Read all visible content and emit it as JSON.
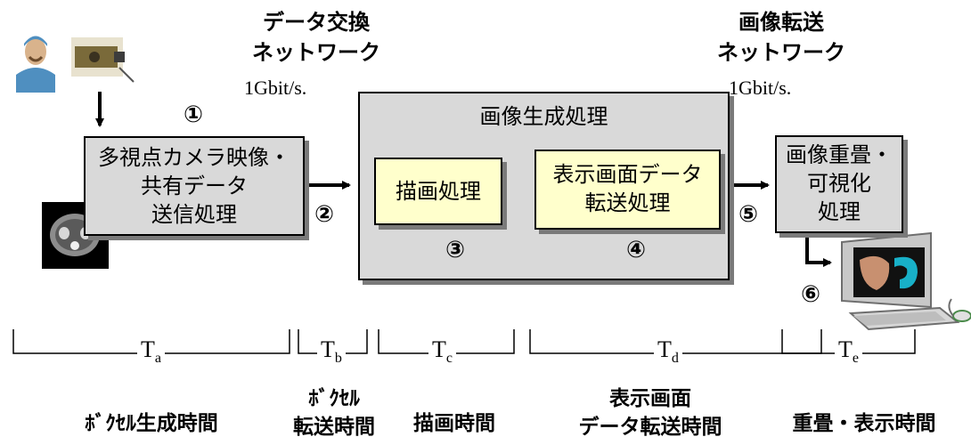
{
  "networks": {
    "data_exchange": {
      "line1": "データ交換",
      "line2": "ネットワーク",
      "rate": "1Gbit/s."
    },
    "image_transfer": {
      "line1": "画像転送",
      "line2": "ネットワーク",
      "rate": "1Gbit/s."
    }
  },
  "boxes": {
    "camera": {
      "line1": "多視点カメラ映像・",
      "line2": "共有データ",
      "line3": "送信処理"
    },
    "generation": {
      "title": "画像生成処理"
    },
    "drawing": {
      "label": "描画処理"
    },
    "display_transfer": {
      "line1": "表示画面データ",
      "line2": "転送処理"
    },
    "overlay": {
      "line1": "画像重畳・",
      "line2": "可視化",
      "line3": "処理"
    }
  },
  "steps": [
    "①",
    "②",
    "③",
    "④",
    "⑤",
    "⑥"
  ],
  "timeline": [
    {
      "var": "T",
      "sub": "a"
    },
    {
      "var": "T",
      "sub": "b"
    },
    {
      "var": "T",
      "sub": "c"
    },
    {
      "var": "T",
      "sub": "d"
    },
    {
      "var": "T",
      "sub": "e"
    }
  ],
  "bottom_labels": {
    "voxel_gen": "ﾎﾞｸｾﾙ生成時間",
    "voxel_transfer_1": "ﾎﾞｸｾﾙ",
    "voxel_transfer_2": "転送時間",
    "draw": "描画時間",
    "display_transfer_1": "表示画面",
    "display_transfer_2": "データ転送時間",
    "overlay_display": "重畳・表示時間"
  }
}
